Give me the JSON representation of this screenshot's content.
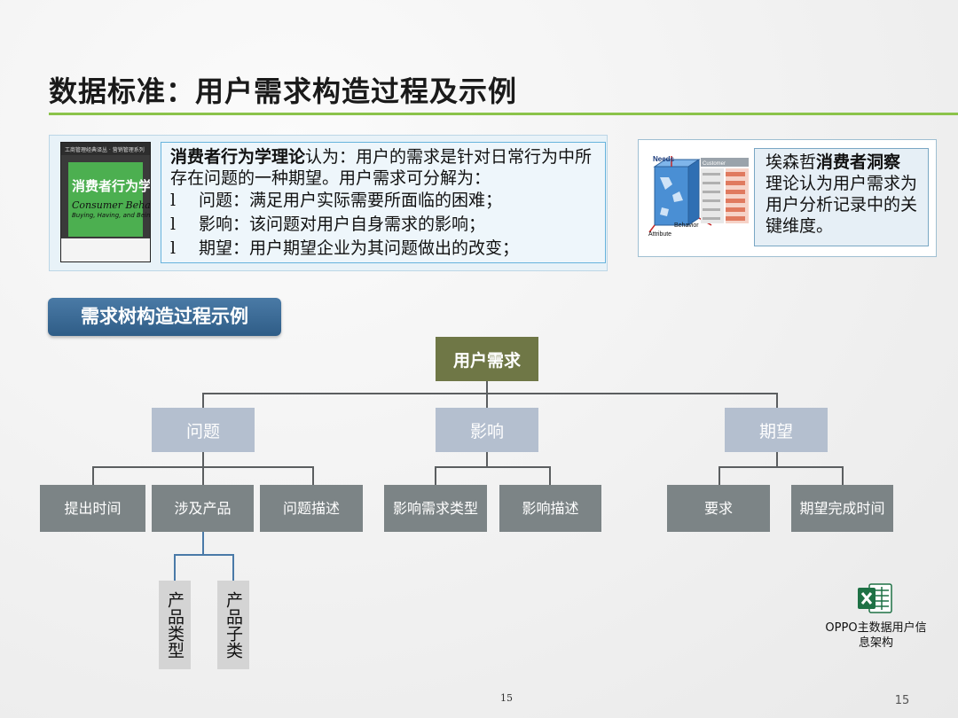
{
  "title": "数据标准：用户需求构造过程及示例",
  "left_box": {
    "book": {
      "top_text": "工商管理经典译丛 · 营销管理系列",
      "cn_title": "消费者行为学",
      "en_title": "Consumer Behavior",
      "en_subtitle": "Buying, Having, and Being"
    },
    "intro_bold": "消费者行为学理论",
    "intro_rest": "认为：用户的需求是针对日常行为中所存在问题的一种期望。用户需求可分解为：",
    "bullet_marker": "l",
    "bullets": [
      "问题：满足用户实际需要所面临的困难；",
      "影响：该问题对用户自身需求的影响；",
      "期望：用户期望企业为其问题做出的改变；"
    ]
  },
  "right_box": {
    "diagram_labels": {
      "needs": "Needs",
      "behavior": "Behavior",
      "attribute": "Attribute",
      "customer": "Customer"
    },
    "text_pre": "埃森哲",
    "text_bold": "消费者洞察",
    "text_post": "理论认为用户需求为用户分析记录中的关键维度。"
  },
  "section_tab": "需求树构造过程示例",
  "tree": {
    "root": "用户需求",
    "level1": [
      "问题",
      "影响",
      "期望"
    ],
    "level2": [
      "提出时间",
      "涉及产品",
      "问题描述",
      "影响需求类型",
      "影响描述",
      "要求",
      "期望完成时间"
    ],
    "level3": [
      "产品类型",
      "产品子类"
    ]
  },
  "attachment": {
    "icon": "excel-file-icon",
    "label": "OPPO主数据用户信息架构"
  },
  "page_number_center": "15",
  "page_number_right": "15",
  "colors": {
    "accent_rule": "#8bc34a",
    "tab": "#3e6d98",
    "root_node": "#6f7746",
    "level1_node": "#b4bfcf",
    "level2_node": "#7c8486"
  }
}
